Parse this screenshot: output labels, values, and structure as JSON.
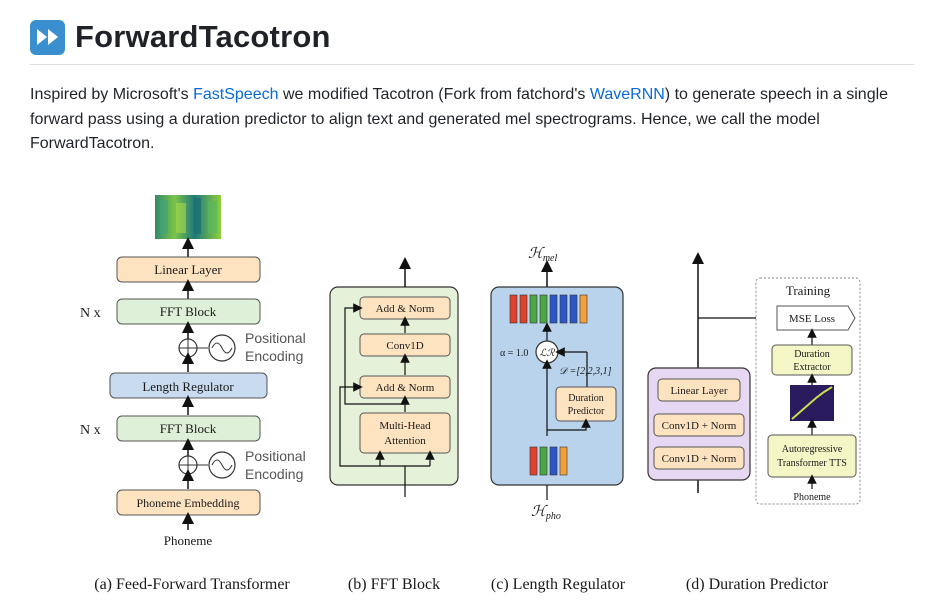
{
  "readme": {
    "title": "ForwardTacotron",
    "title_icon": "fast-forward-icon",
    "desc": {
      "part1": "Inspired by Microsoft's ",
      "link1": "FastSpeech",
      "part2": " we modified Tacotron (Fork from fatchord's ",
      "link2": "WaveRNN",
      "part3": ") to generate speech in a single forward pass using a duration predictor to align text and generated mel spectrograms. Hence, we call the model ForwardTacotron."
    }
  },
  "figure": {
    "a": {
      "linear": "Linear Layer",
      "fft_top": "FFT Block",
      "nx_top": "N x",
      "pos_line1": "Positional",
      "pos_line2": "Encoding",
      "length_reg": "Length Regulator",
      "fft_bottom": "FFT Block",
      "nx_bottom": "N x",
      "pos2_line1": "Positional",
      "pos2_line2": "Encoding",
      "phoneme_embedding": "Phoneme Embedding",
      "phoneme": "Phoneme",
      "caption": "(a) Feed-Forward Transformer"
    },
    "b": {
      "add_norm_top": "Add & Norm",
      "conv1d": "Conv1D",
      "add_norm_bottom": "Add & Norm",
      "mha_line1": "Multi-Head",
      "mha_line2": "Attention",
      "caption": "(b) FFT Block"
    },
    "c": {
      "h_mel": "ℋ",
      "h_mel_sub": "mel",
      "alpha": "α = 1.0",
      "lr": "ℒℛ",
      "d_eq": "𝒟 =[2,2,3,1]",
      "dp_line1": "Duration",
      "dp_line2": "Predictor",
      "h_pho": "ℋ",
      "h_pho_sub": "pho",
      "caption": "(c) Length Regulator"
    },
    "d": {
      "training": "Training",
      "mse": "MSE Loss",
      "de_line1": "Duration",
      "de_line2": "Extractor",
      "ar_line1": "Autoregressive",
      "ar_line2": "Transformer TTS",
      "phoneme": "Phoneme",
      "linear": "Linear Layer",
      "conv_top": "Conv1D + Norm",
      "conv_bottom": "Conv1D + Norm",
      "caption": "(d) Duration Predictor"
    },
    "colors": {
      "fft": "#dff0d8",
      "length_regulator": "#c9dcef",
      "orange_box": "#fde3bf",
      "green_bg": "#e6f1d9",
      "blue_bg": "#b9d3ec",
      "purple_bg": "#e6d7f2",
      "yellow_box": "#f4f6c6"
    }
  }
}
